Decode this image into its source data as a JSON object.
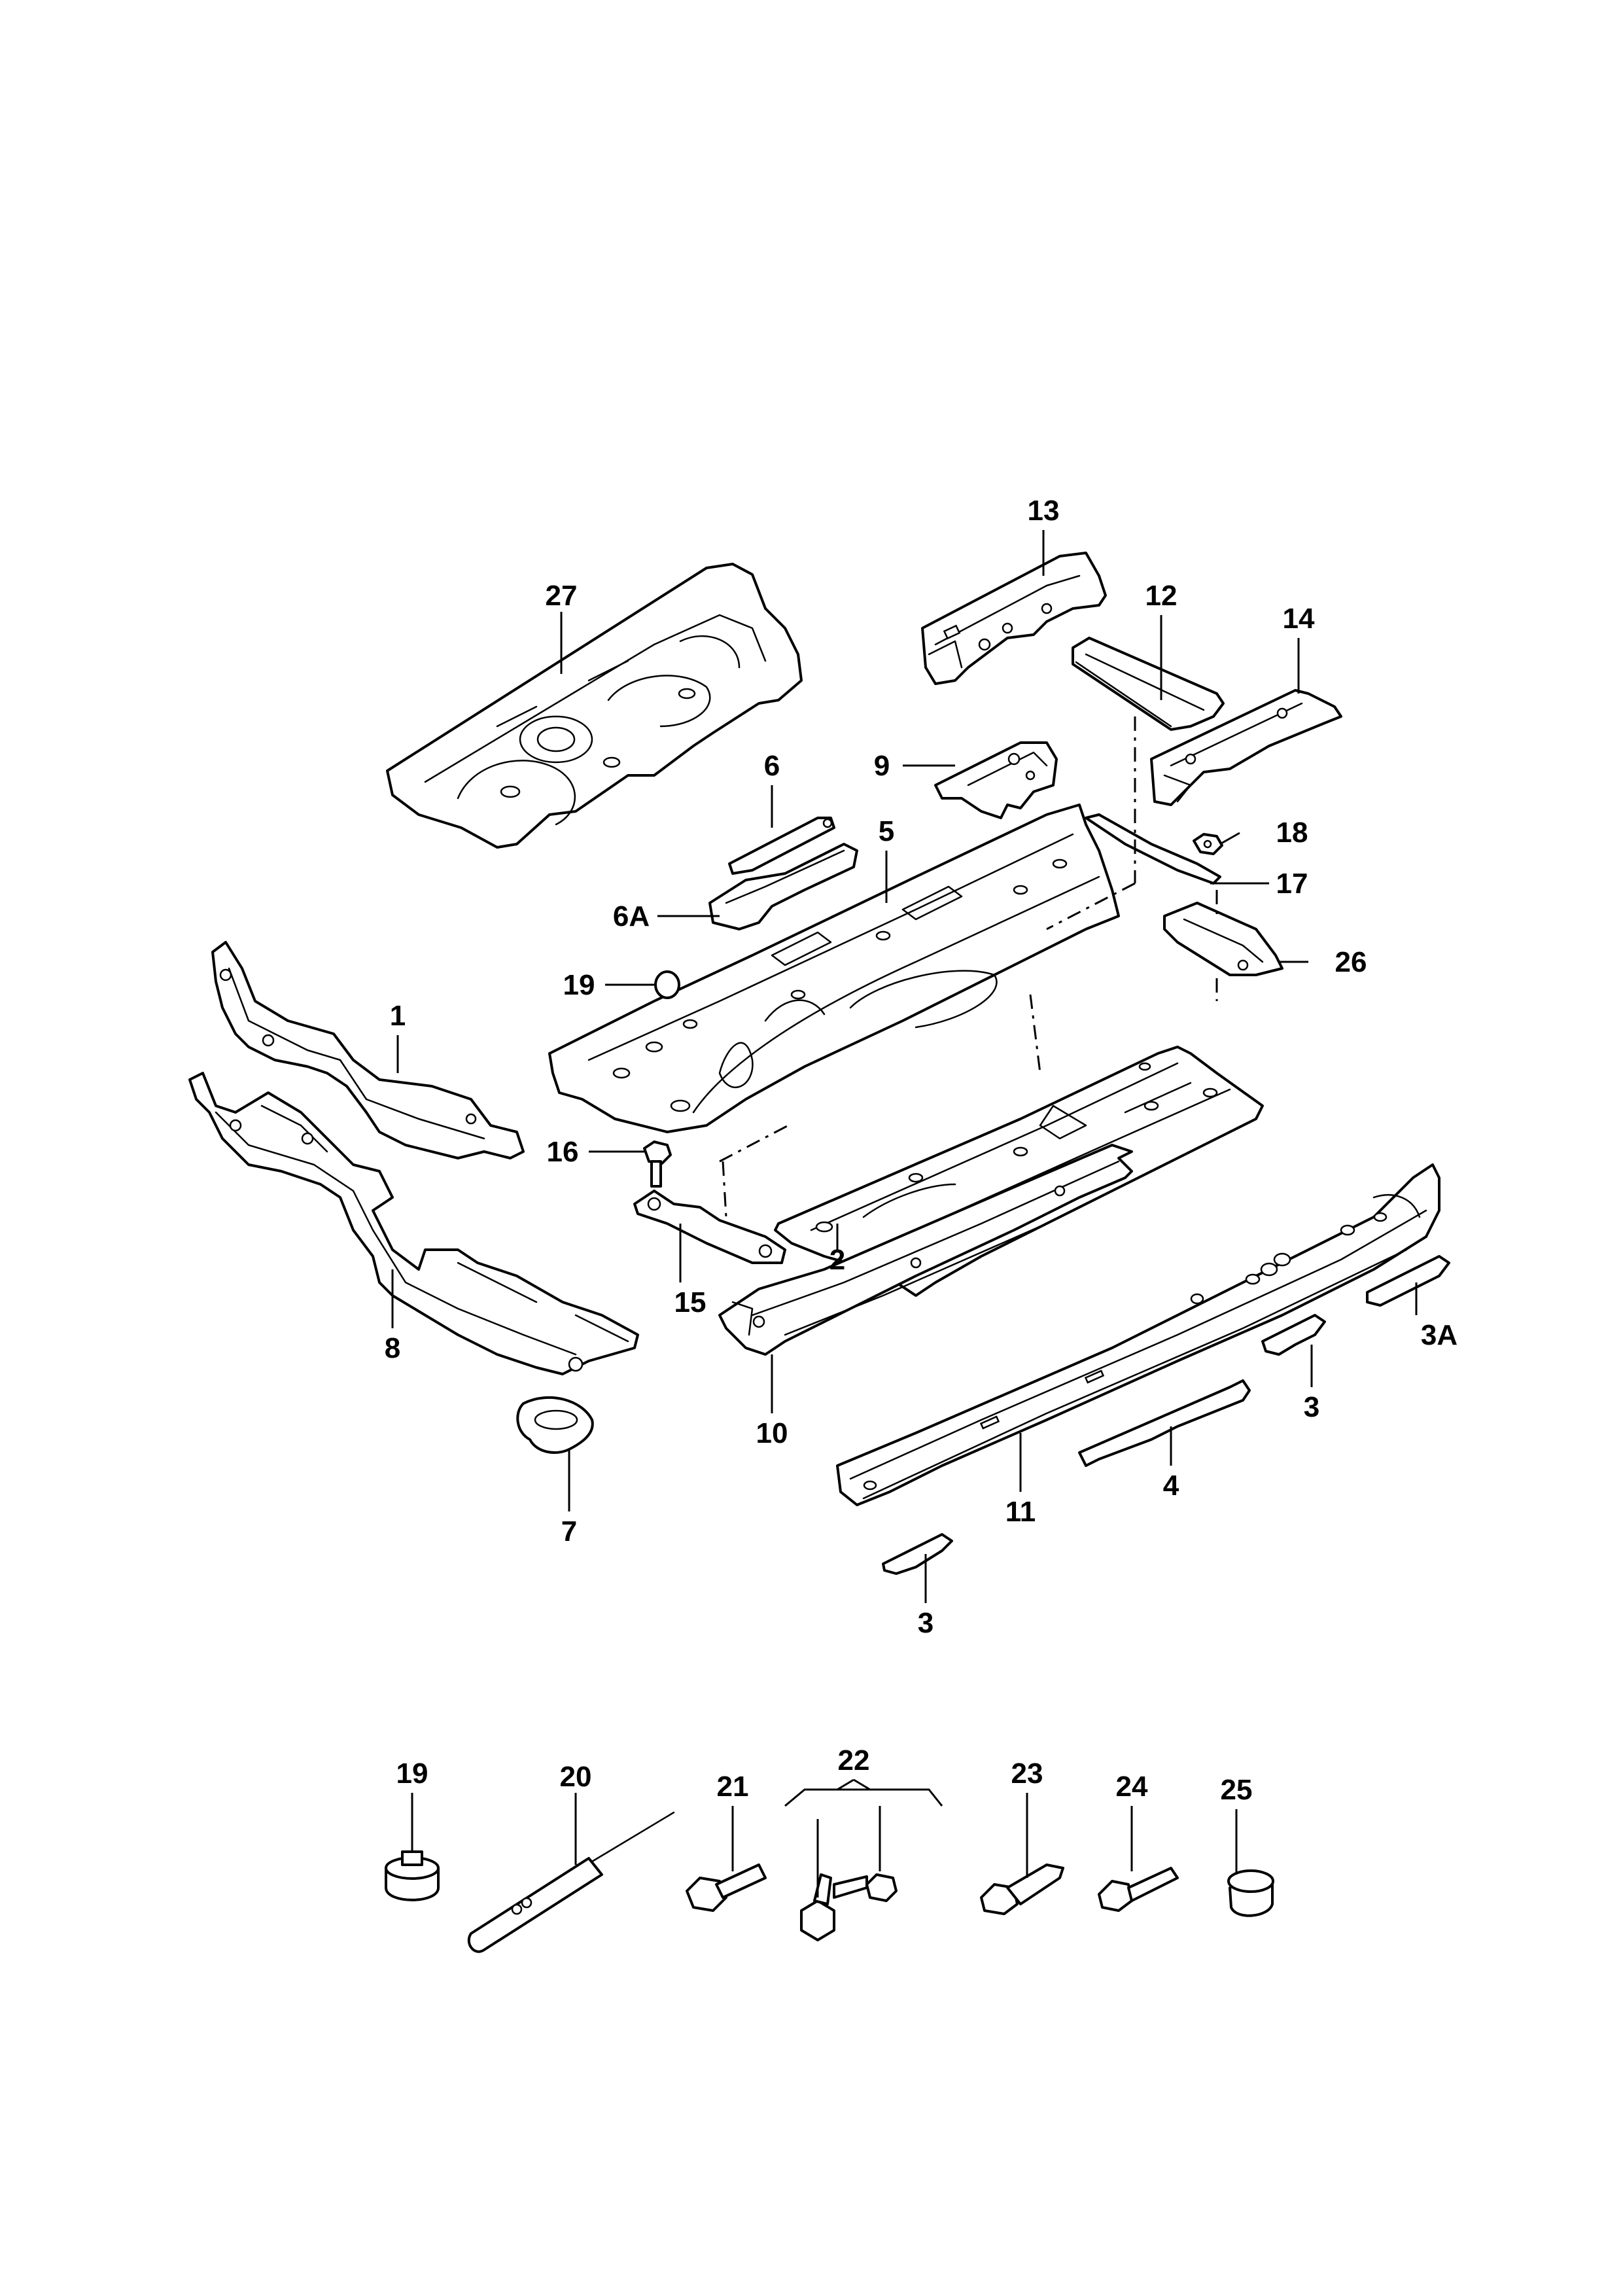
{
  "callouts": {
    "c1": "1",
    "c2": "2",
    "c3a": "3",
    "c3b": "3",
    "c3A": "3A",
    "c4": "4",
    "c5": "5",
    "c6": "6",
    "c6A": "6A",
    "c7": "7",
    "c8": "8",
    "c9": "9",
    "c10": "10",
    "c11": "11",
    "c12": "12",
    "c13": "13",
    "c14": "14",
    "c15": "15",
    "c16": "16",
    "c17": "17",
    "c18": "18",
    "c19a": "19",
    "c19b": "19",
    "c20": "20",
    "c21": "21",
    "c22": "22",
    "c23": "23",
    "c24": "24",
    "c25": "25",
    "c26": "26",
    "c27": "27"
  }
}
